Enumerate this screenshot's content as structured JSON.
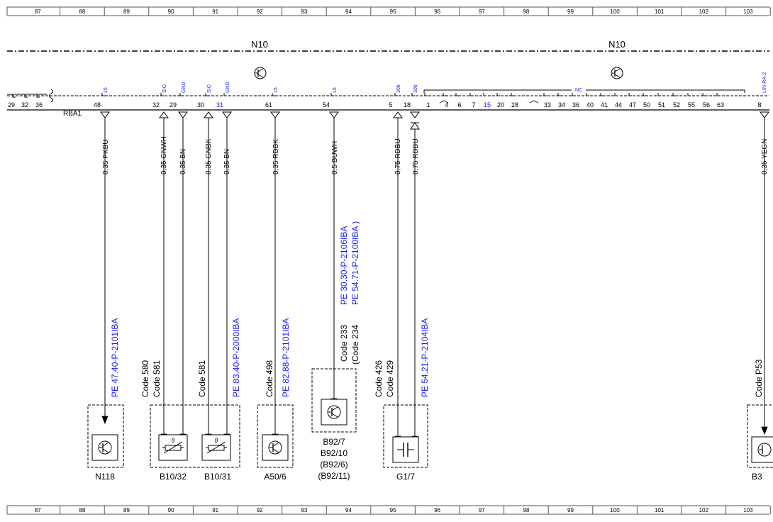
{
  "columns": [
    "87",
    "88",
    "89",
    "90",
    "91",
    "92",
    "93",
    "94",
    "95",
    "96",
    "97",
    "98",
    "99",
    "100",
    "101",
    "102",
    "103"
  ],
  "modules": [
    {
      "id": "n10-left",
      "label": "N10"
    },
    {
      "id": "n10-right",
      "label": "N10"
    }
  ],
  "connector": {
    "name": "RBA1",
    "left_pins": [
      "29",
      "32",
      "36"
    ],
    "right_pins": [
      "1",
      "4",
      "6",
      "7",
      "15",
      "20",
      "28",
      "33",
      "34",
      "36",
      "40",
      "41",
      "44",
      "47",
      "50",
      "51",
      "52",
      "55",
      "56",
      "63"
    ],
    "nc_label": "NC",
    "right_edge_pin": "8",
    "right_edge_tag": "LIN-RA-2"
  },
  "pins": [
    {
      "key": "p48",
      "number": "48",
      "tag": "15",
      "wire": "0,35 PKBU",
      "ref": "PE 47.40-P-2101IBA"
    },
    {
      "key": "p32",
      "number": "32",
      "tag": "SIG",
      "wire": "0,35 GNWH"
    },
    {
      "key": "p29",
      "number": "29",
      "tag": "GND",
      "wire": "0,35 BN"
    },
    {
      "key": "p30",
      "number": "30",
      "tag": "SIG",
      "wire": "0,35 GNBK"
    },
    {
      "key": "p31",
      "number": "31",
      "tag": "GND",
      "wire": "0,35 BN",
      "ref": "PE 83.40-P-2000IBA"
    },
    {
      "key": "p61",
      "number": "61",
      "tag": "15",
      "wire": "0,35 RDBK",
      "ref": "PE 82.88-P-2101IBA"
    },
    {
      "key": "p54",
      "number": "54",
      "tag": "15",
      "wire": "0,5 BUWH",
      "ref": "PE 30.30-P-2106IBA",
      "ref2": "PE 54.71-P-2100IBA )"
    },
    {
      "key": "p5",
      "number": "5",
      "tag": "30b",
      "wire": "0,75 RDBU"
    },
    {
      "key": "p18",
      "number": "18",
      "tag": "30b",
      "wire": "0,75 RDBU",
      "ref": "PE 54.21-P-2104IBA"
    },
    {
      "key": "p8",
      "number": "8",
      "wire": "0,35 YEGN"
    }
  ],
  "codes": {
    "c580": "Code 580",
    "c581a": "Code 581",
    "c581b": "Code 581",
    "c498": "Code 498",
    "c233": "Code 233",
    "c234": "(Code 234",
    "c426": "Code 426",
    "c429": "Code 429",
    "cp53": "Code P53"
  },
  "components": [
    {
      "key": "n118",
      "label": "N118"
    },
    {
      "key": "b1032",
      "label": "B10/32"
    },
    {
      "key": "b1031",
      "label": "B10/31"
    },
    {
      "key": "a506",
      "label": "A50/6"
    },
    {
      "key": "b92",
      "label_lines": [
        "B92/7",
        "B92/10",
        "(B92/6)",
        "(B92/11)"
      ]
    },
    {
      "key": "g17",
      "label": "G1/7"
    },
    {
      "key": "b3",
      "label": "B3"
    }
  ],
  "colors": {
    "line": "#000000",
    "reference": "#1a1aff",
    "pin_tag": "#1a1aff",
    "frame": "#555555"
  }
}
